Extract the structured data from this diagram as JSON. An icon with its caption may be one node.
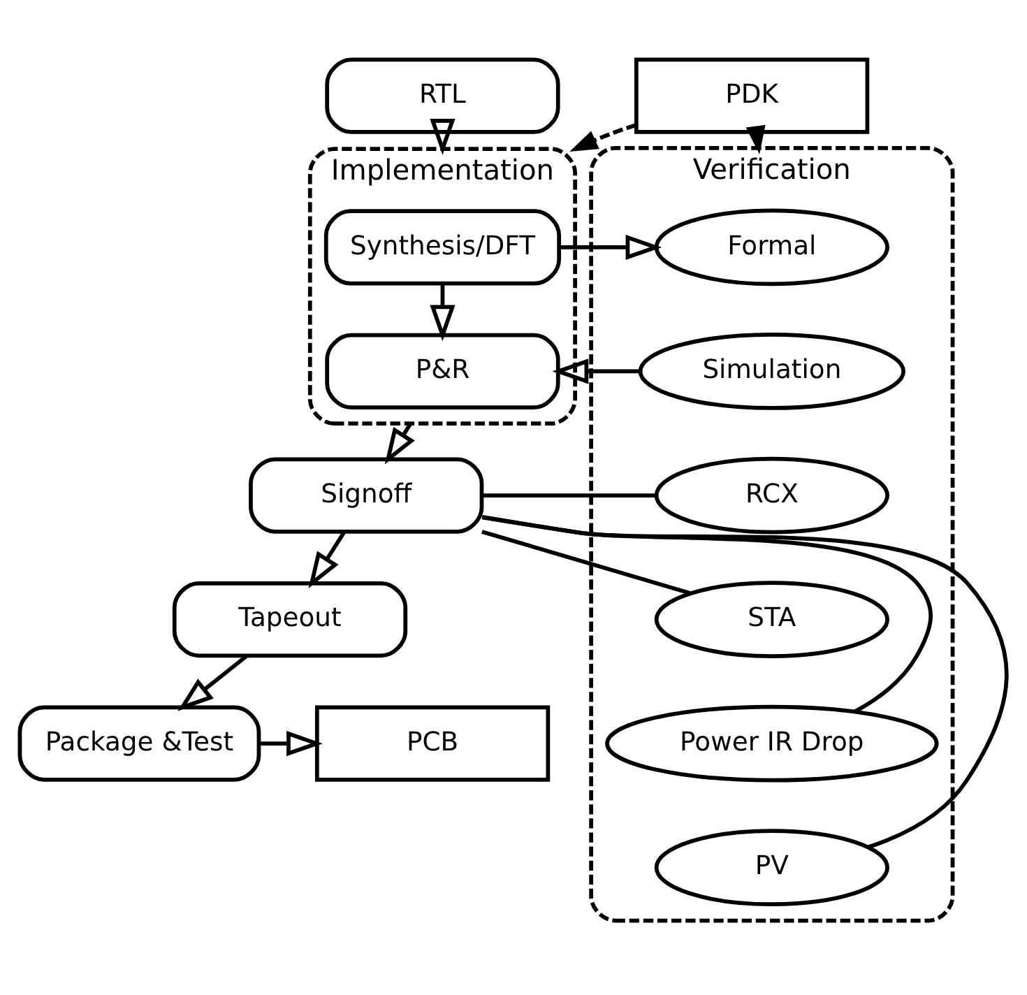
{
  "diagram": {
    "nodes": [
      {
        "text": [
          "RTL"
        ]
      },
      {
        "text": [
          "PDK"
        ]
      },
      {
        "text": [
          "Implementation"
        ]
      },
      {
        "text": [
          "Synthesis/DFT"
        ],
        "in": 2
      },
      {
        "text": [
          "P&R"
        ],
        "in": 2
      },
      {
        "text": [
          "Verification"
        ]
      },
      {
        "text": [
          "Formal"
        ],
        "in": 5
      },
      {
        "text": [
          "Simulation"
        ],
        "in": 5
      },
      {
        "text": [
          "RCX"
        ],
        "in": 5
      },
      {
        "text": [
          "STA"
        ],
        "in": 5
      },
      {
        "text": [
          "Power IR Drop"
        ],
        "in": 5
      },
      {
        "text": [
          "PV"
        ],
        "in": 5
      },
      {
        "text": [
          "Signoff"
        ]
      },
      {
        "text": [
          "Tapeout"
        ]
      },
      {
        "text": [
          "Package &Test"
        ]
      },
      {
        "text": [
          "PCB"
        ]
      }
    ],
    "edges": [
      {
        "from": 0,
        "to": 2,
        "arrow": "to"
      },
      {
        "from": 1,
        "to": 2,
        "arrow": "to",
        "style": "dashed"
      },
      {
        "from": 1,
        "to": 5,
        "arrow": "to",
        "style": "dashed"
      },
      {
        "from": 3,
        "to": 6,
        "arrow": "to"
      },
      {
        "from": 3,
        "to": 4,
        "arrow": "to"
      },
      {
        "from": 7,
        "to": 4,
        "arrow": "to"
      },
      {
        "from": 2,
        "to": 12,
        "arrow": "to"
      },
      {
        "from": 12,
        "to": 8,
        "arrow": "none"
      },
      {
        "from": 12,
        "to": 9,
        "arrow": "none"
      },
      {
        "from": 12,
        "to": 10,
        "arrow": "none"
      },
      {
        "from": 12,
        "to": 11,
        "arrow": "none"
      },
      {
        "from": 12,
        "to": 13,
        "arrow": "to"
      },
      {
        "from": 13,
        "to": 14,
        "arrow": "to"
      },
      {
        "from": 14,
        "to": 15,
        "arrow": "to"
      }
    ]
  }
}
